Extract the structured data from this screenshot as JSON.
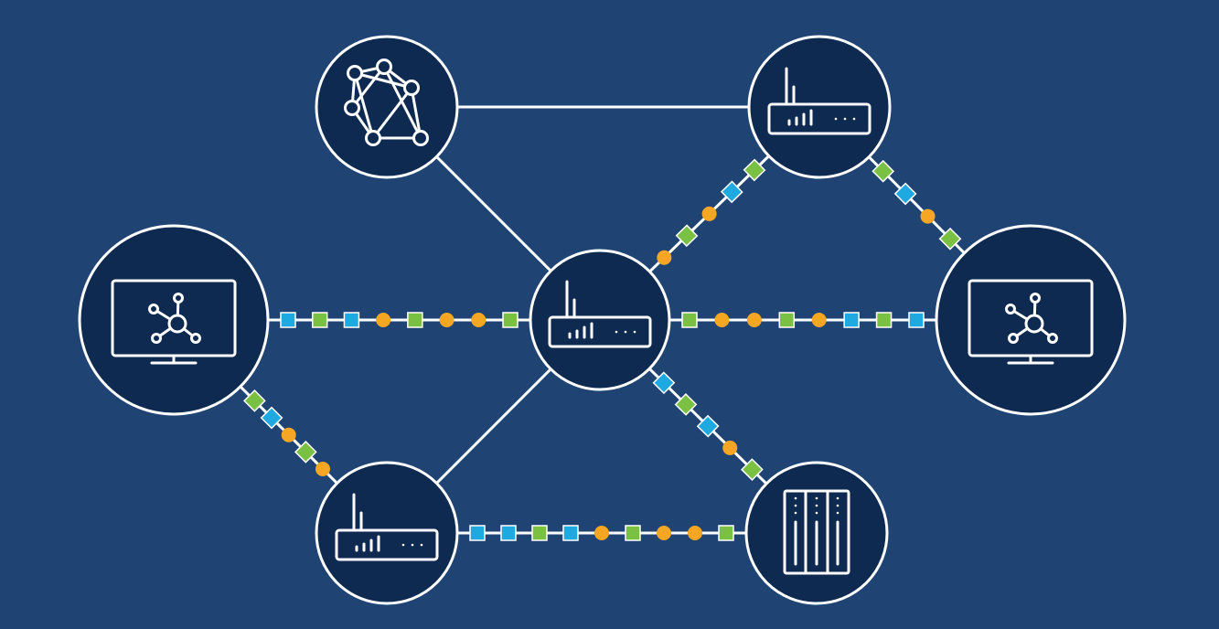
{
  "colors": {
    "background": "#1f4473",
    "node_fill": "#0f2a50",
    "stroke": "#ffffff",
    "packet_green": "#7ac143",
    "packet_cyan": "#1fa9e1",
    "packet_orange": "#f5a623"
  },
  "nodes": [
    {
      "id": "mesh",
      "icon": "network-mesh-icon"
    },
    {
      "id": "router-top",
      "icon": "router-icon"
    },
    {
      "id": "monitor-left",
      "icon": "monitor-network-icon"
    },
    {
      "id": "router-center",
      "icon": "router-icon"
    },
    {
      "id": "monitor-right",
      "icon": "monitor-network-icon"
    },
    {
      "id": "router-bottom",
      "icon": "router-icon"
    },
    {
      "id": "server",
      "icon": "server-rack-icon"
    }
  ],
  "links": [
    {
      "from": "mesh",
      "to": "router-top",
      "style": "solid"
    },
    {
      "from": "mesh",
      "to": "router-center",
      "style": "solid"
    },
    {
      "from": "router-bottom",
      "to": "router-center",
      "style": "solid"
    },
    {
      "from": "monitor-left",
      "to": "router-center",
      "style": "packets",
      "packets": [
        "cyan",
        "green",
        "cyan",
        "orange",
        "green",
        "orange",
        "orange",
        "green"
      ]
    },
    {
      "from": "router-center",
      "to": "monitor-right",
      "style": "packets",
      "packets": [
        "green",
        "orange",
        "orange",
        "green",
        "orange",
        "cyan",
        "green",
        "cyan"
      ]
    },
    {
      "from": "router-center",
      "to": "router-top",
      "style": "packets",
      "packets": [
        "orange",
        "green",
        "orange",
        "cyan",
        "green"
      ]
    },
    {
      "from": "router-top",
      "to": "monitor-right",
      "style": "packets",
      "packets": [
        "green",
        "cyan",
        "orange",
        "green"
      ]
    },
    {
      "from": "router-center",
      "to": "server",
      "style": "packets",
      "packets": [
        "cyan",
        "green",
        "cyan",
        "orange",
        "green"
      ]
    },
    {
      "from": "monitor-left",
      "to": "router-bottom",
      "style": "packets",
      "packets": [
        "green",
        "cyan",
        "orange",
        "green",
        "orange"
      ]
    },
    {
      "from": "router-bottom",
      "to": "server",
      "style": "packets",
      "packets": [
        "cyan",
        "cyan",
        "green",
        "cyan",
        "orange",
        "green",
        "orange",
        "orange",
        "green"
      ]
    }
  ]
}
